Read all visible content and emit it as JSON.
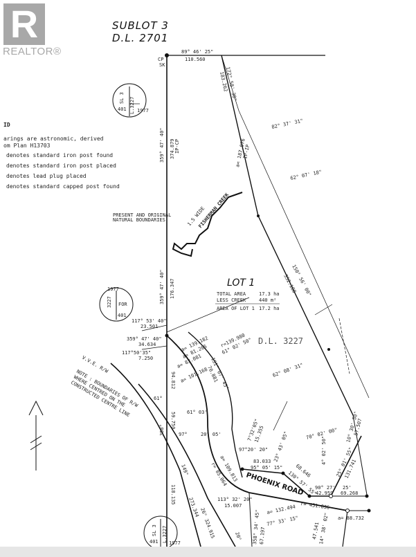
{
  "logo": {
    "letter": "R",
    "word": "REALTOR®"
  },
  "title": {
    "line1": "SUBLOT 3",
    "line2": "D.L. 2701"
  },
  "legend": {
    "heading": "ID",
    "lines": [
      "arings are astronomic, derived",
      "om Plan H13703"
    ],
    "items": [
      "denotes standard iron post found",
      "denotes standard iron post placed",
      "denotes lead plug placed",
      "denotes standard capped post found"
    ]
  },
  "lot": {
    "title": "LOT 1",
    "total_area_label": "TOTAL AREA",
    "total_area": "17.3 ha",
    "less_creek_label": "LESS CREEK",
    "less_creek": "440 m²",
    "area_label": "AREA OF LOT 1",
    "area": "17.2 ha"
  },
  "district_lot": "D.L. 3227",
  "creek": "FISHERMAN CREEK",
  "creek_note": "1.5 WIDE",
  "boundary_note": [
    "PRESENT AND ORIGINAL",
    "NATURAL BOUNDARIES"
  ],
  "road_note": [
    "NOTE : BOUNDARIES OF R/W",
    "WHERE CENTRED ON THE",
    "CONSTRUCTED CENTRE LINE"
  ],
  "road_rw": "V.V.E. R/W",
  "road": "PHOENIX ROAD",
  "seal_top": {
    "a": "SL 3",
    "b": "L.3227",
    "c": "401",
    "d": "1977"
  },
  "seal_mid": {
    "a": "1977",
    "b": "3227",
    "c": "FOR",
    "d": "401"
  },
  "seal_bot": {
    "a": "SL 3",
    "b": "L.3227",
    "c": "401",
    "d": "1977"
  },
  "labels": {
    "top_bearing": "89° 46' 25\"",
    "top_dist": "110.560",
    "cp": "CP",
    "sk": "SK",
    "west_bearing": "359° 47' 40\"",
    "west_dist": "374.879",
    "west_sub": "IP-CP",
    "ne_bearing": "172° 58' 30\"",
    "ne_dist": "183.262",
    "b1": "82° 37' 31\"",
    "b2": "62° 07' 18\"",
    "arc1": "a= 187.076",
    "arc1b": "IP-IP",
    "b3": "150° 56' 00\"",
    "d3": "352.188",
    "w2_bearing": "359° 47' 40\"",
    "w2_dist": "176.347",
    "l1": "117° 53' 40\"",
    "l1d": "23.501",
    "l2": "359° 47' 40\"",
    "l2d": "34.634",
    "l3": "117°50'35\"",
    "l3d": "7.250",
    "r1": "r=139.980",
    "r1b": "61° 02' 50\"",
    "b4": "62° 08' 31\"",
    "a2": "a= 139.182",
    "a3": "a= 81.205",
    "a4": "a= 83.081",
    "a5": "a= 101.168",
    "b5": "151° 07' 45\"",
    "d5": "70.881",
    "d6": "94.812",
    "b6": "70° 02' 00\"",
    "b7": "4° 02' 50\"",
    "b8": "10° 30' 50\"",
    "d8": "57.507",
    "b9": "25° 01' 55\"",
    "d9": "131.741",
    "b10": "95° 05' 15\"",
    "d10": "83.033",
    "b11": "130° 57' 55\"",
    "d11": "68.646",
    "b12": "90° 27'",
    "d12": "42.959",
    "b13": "25'",
    "d13": "69.268",
    "b14": "97°20' 20\"",
    "b15": "7°32'05\"",
    "d15": "15.355",
    "b16": "113° 32' 20\"",
    "d16": "15.007",
    "r2": "r= 451.836",
    "a6": "a= 132.494",
    "b17": "77° 33' 15\"",
    "b18": "358° 34' 45\"",
    "d18": "67.197",
    "a7": "a= 88.732",
    "b19": "14° 38' 02\"",
    "d19": "47.541",
    "b20": "23° 43' 05\"",
    "a8": "a= 109.813",
    "r3": "r= 85.064",
    "b21": "26° 324.915",
    "d21": "273.344",
    "d22": "118.135",
    "b22": "358°",
    "d23": "59.750",
    "b23": "20° 05'",
    "b24": "61° 03'",
    "b25": "97°",
    "b26": "61°",
    "b27": "149°",
    "b28": "20°"
  }
}
